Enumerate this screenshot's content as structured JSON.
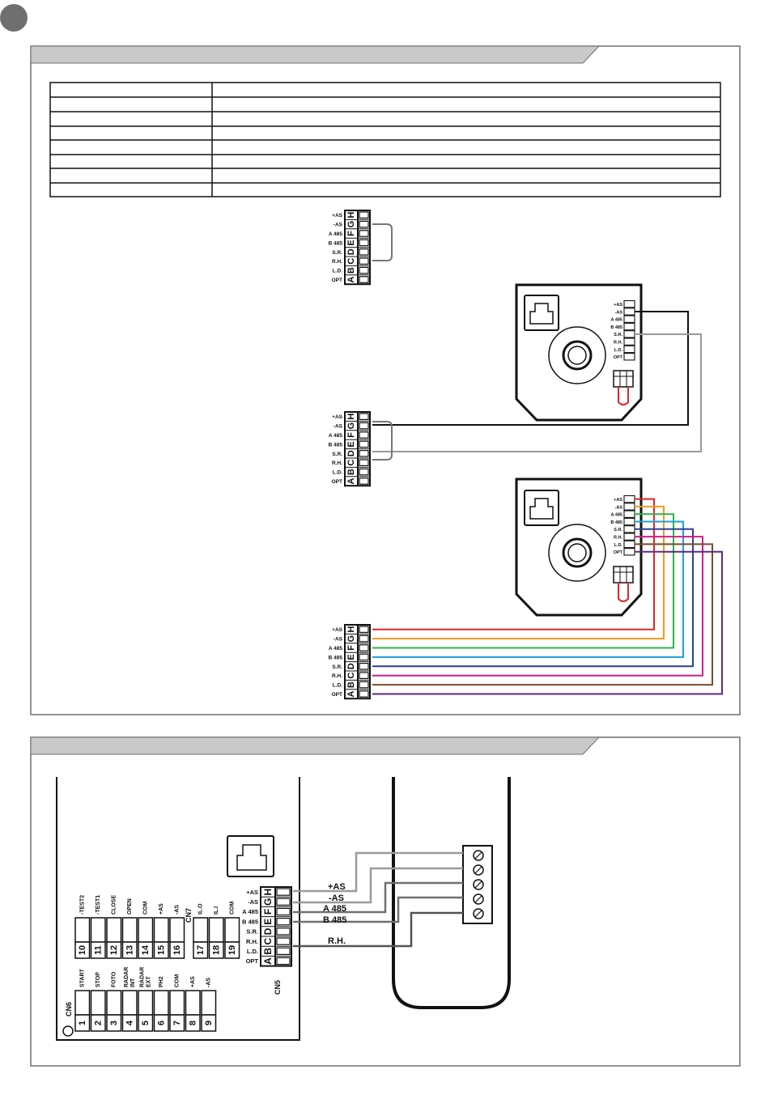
{
  "connector_pins": [
    "+AS",
    "-AS",
    "A 485",
    "B 485",
    "S.R.",
    "R.H.",
    "L.D.",
    "OPT"
  ],
  "connector_letters": [
    "H",
    "G",
    "F",
    "E",
    "D",
    "C",
    "B",
    "A"
  ],
  "wire_colors": [
    "#e0262b",
    "#f39a1e",
    "#2db34a",
    "#1ea0dc",
    "#2e3f97",
    "#d21b8c",
    "#7a4a2a",
    "#5b2a86"
  ],
  "cn5_label": "CN5",
  "cn6": {
    "label": "CN6",
    "terminals": [
      {
        "num": "1",
        "label": "START"
      },
      {
        "num": "2",
        "label": "STOP"
      },
      {
        "num": "3",
        "label": "FOTO"
      },
      {
        "num": "4",
        "label": "RADAR INT"
      },
      {
        "num": "5",
        "label": "RADAR EXT"
      },
      {
        "num": "6",
        "label": "PH2"
      },
      {
        "num": "7",
        "label": "COM"
      },
      {
        "num": "8",
        "label": "+AS"
      },
      {
        "num": "9",
        "label": "-AS"
      }
    ]
  },
  "upper_terminals": [
    {
      "num": "10",
      "label": "-TEST2"
    },
    {
      "num": "11",
      "label": "-TEST1"
    },
    {
      "num": "12",
      "label": "CLOSE"
    },
    {
      "num": "13",
      "label": "OPEN"
    },
    {
      "num": "14",
      "label": "COM"
    },
    {
      "num": "15",
      "label": "+AS"
    },
    {
      "num": "16",
      "label": "-AS"
    }
  ],
  "cn7": {
    "label": "CN7",
    "terminals": [
      {
        "num": "17",
        "label": "IL.O"
      },
      {
        "num": "18",
        "label": "IL.I"
      },
      {
        "num": "19",
        "label": "COM"
      }
    ]
  },
  "wire_labels": [
    "+AS",
    "-AS",
    "A 485",
    "B 485",
    "R.H."
  ]
}
